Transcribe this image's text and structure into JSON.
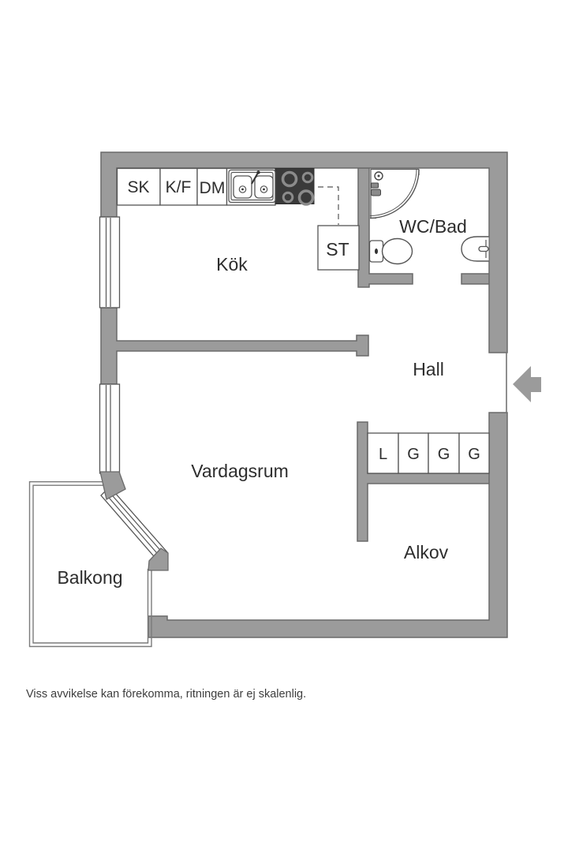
{
  "plan": {
    "rooms": {
      "kitchen": {
        "label": "Kök"
      },
      "bathroom": {
        "label": "WC/Bad"
      },
      "hall": {
        "label": "Hall"
      },
      "living_room": {
        "label": "Vardagsrum"
      },
      "alcove": {
        "label": "Alkov"
      },
      "balcony": {
        "label": "Balkong"
      },
      "closet": {
        "label": "ST"
      }
    },
    "kitchen_units": {
      "cabinet_label": "SK",
      "fridge_freezer_label": "K/F",
      "dishwasher_label": "DM"
    },
    "wardrobes": {
      "items": [
        "L",
        "G",
        "G",
        "G"
      ]
    },
    "disclaimer": "Viss avvikelse kan förekomma, ritningen är ej skalenlig.",
    "colors": {
      "background": "#ffffff",
      "wall": "#9b9b9b",
      "wall_outline": "#6a6a6a",
      "stove": "#3a3a3a",
      "burner_ring": "#8b8b8b",
      "fixture_line": "#555555",
      "text": "#2d2d2d"
    }
  }
}
